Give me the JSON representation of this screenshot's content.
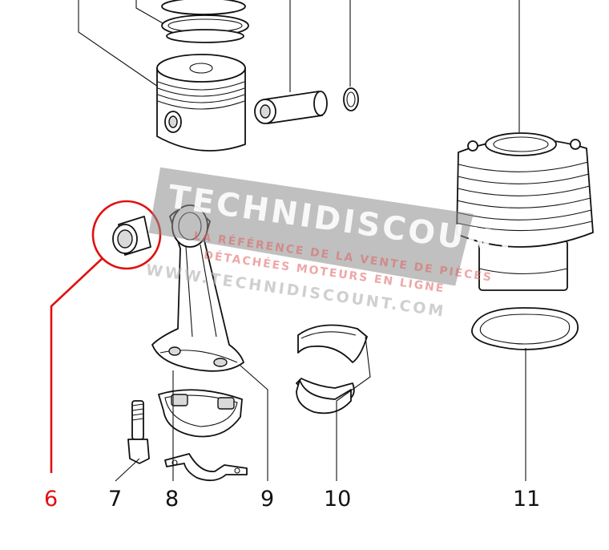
{
  "parts": [
    {
      "label": "6",
      "name": "piston-pin-bushing",
      "highlighted": true
    },
    {
      "label": "7",
      "name": "connecting-rod-bolt"
    },
    {
      "label": "8",
      "name": "locking-plate"
    },
    {
      "label": "9",
      "name": "connecting-rod"
    },
    {
      "label": "10",
      "name": "bearing-shells"
    },
    {
      "label": "11",
      "name": "cylinder-gasket"
    }
  ],
  "watermark": {
    "brand": "TECHNIDISCOUNT",
    "tagline_1": "LA RÉFÉRENCE DE LA VENTE DE PIÈCES",
    "tagline_2": "DÉTACHÉES MOTEURS EN LIGNE",
    "url": "WWW.TECHNIDISCOUNT.COM"
  },
  "colors": {
    "highlight": "#e01010",
    "line": "#111111",
    "watermark": "#8d8d8d"
  }
}
